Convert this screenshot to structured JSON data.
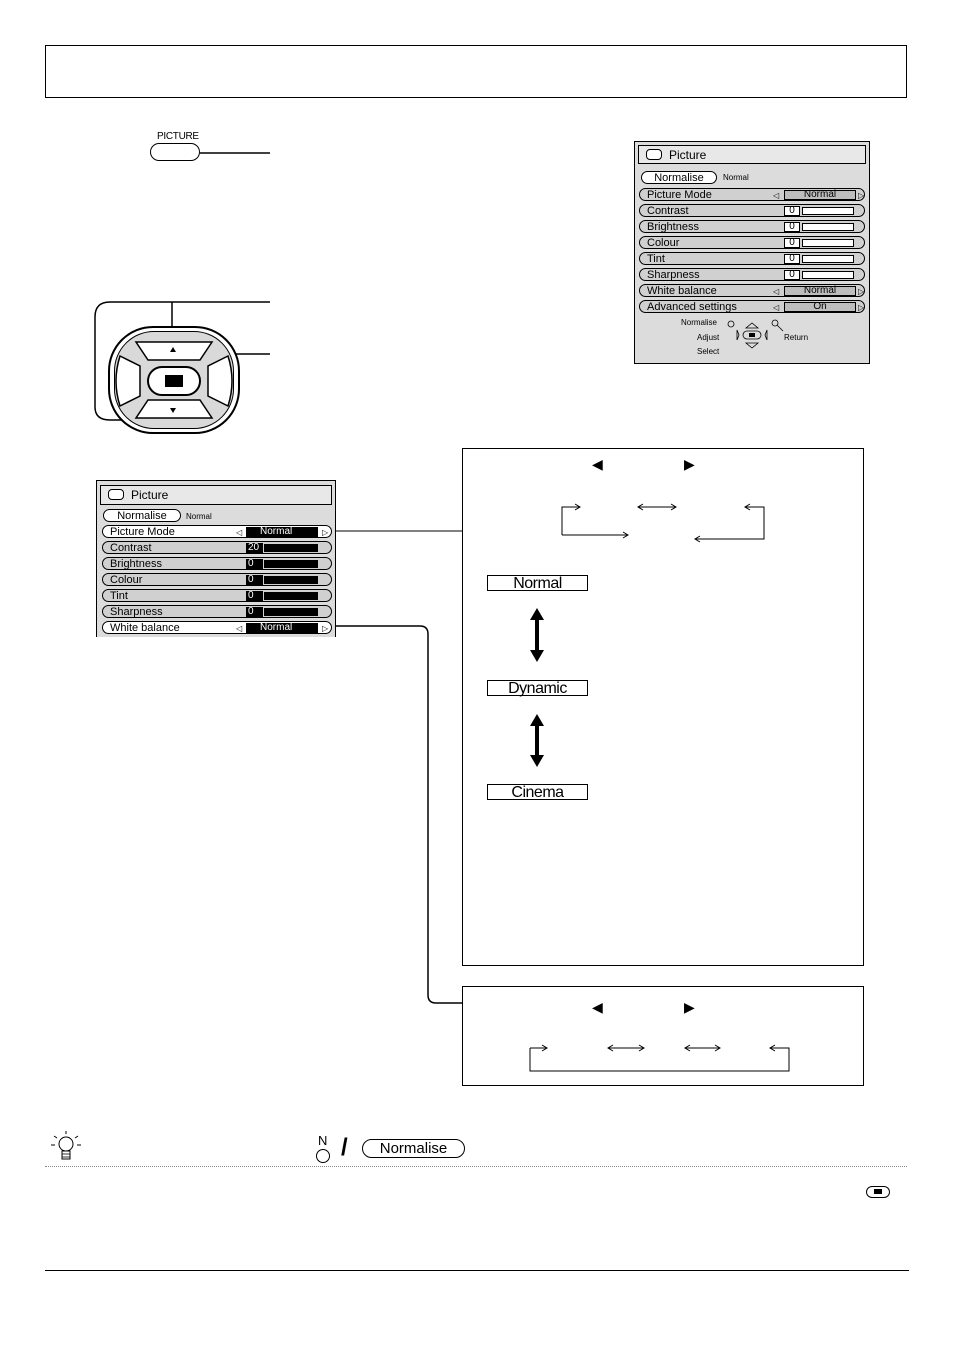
{
  "remote": {
    "picture_label": "PICTURE"
  },
  "top_menu": {
    "title": "Picture",
    "normalise_label": "Normalise",
    "normalise_status": "Normal",
    "rows": [
      {
        "label": "Picture  Mode",
        "value": "Normal"
      },
      {
        "label": "Contrast",
        "value": "0"
      },
      {
        "label": "Brightness",
        "value": "0"
      },
      {
        "label": "Colour",
        "value": "0"
      },
      {
        "label": "Tint",
        "value": "0"
      },
      {
        "label": "Sharpness",
        "value": "0"
      },
      {
        "label": "White  balance",
        "value": "Normal"
      },
      {
        "label": "Advanced  settings",
        "value": "On"
      }
    ],
    "footer": {
      "normalise": "Normalise",
      "adjust": "Adjust",
      "select": "Select",
      "return": "Return"
    }
  },
  "left_menu": {
    "title": "Picture",
    "normalise_label": "Normalise",
    "normalise_status": "Normal",
    "rows": [
      {
        "label": "Picture  Mode",
        "value": "Normal"
      },
      {
        "label": "Contrast",
        "value": "20"
      },
      {
        "label": "Brightness",
        "value": "0"
      },
      {
        "label": "Colour",
        "value": "0"
      },
      {
        "label": "Tint",
        "value": "0"
      },
      {
        "label": "Sharpness",
        "value": "0"
      },
      {
        "label": "White balance",
        "value": "Normal"
      }
    ]
  },
  "picture_mode_box": {
    "modes": [
      "Normal",
      "Dynamic",
      "Cinema"
    ]
  },
  "tip": {
    "n_label": "N",
    "slash": "/",
    "normalise_button": "Normalise"
  }
}
